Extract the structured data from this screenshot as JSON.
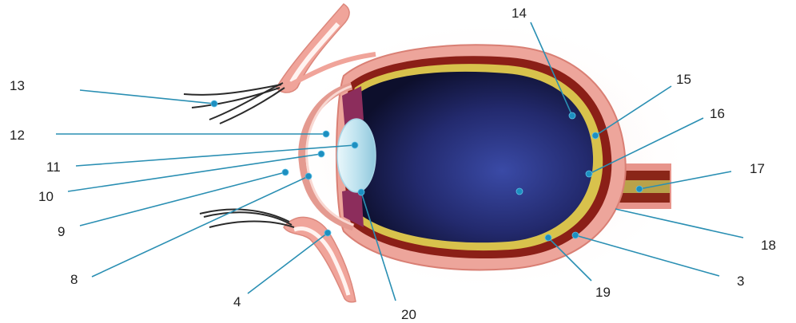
{
  "diagram": {
    "labels": [
      {
        "id": "13",
        "text": "13"
      },
      {
        "id": "12",
        "text": "12"
      },
      {
        "id": "11",
        "text": "11"
      },
      {
        "id": "10",
        "text": "10"
      },
      {
        "id": "9",
        "text": "9"
      },
      {
        "id": "8",
        "text": "8"
      },
      {
        "id": "4",
        "text": "4"
      },
      {
        "id": "20",
        "text": "20"
      },
      {
        "id": "19",
        "text": "19"
      },
      {
        "id": "3",
        "text": "3"
      },
      {
        "id": "18",
        "text": "18"
      },
      {
        "id": "17",
        "text": "17"
      },
      {
        "id": "16",
        "text": "16"
      },
      {
        "id": "15",
        "text": "15"
      },
      {
        "id": "14",
        "text": "14"
      }
    ]
  }
}
